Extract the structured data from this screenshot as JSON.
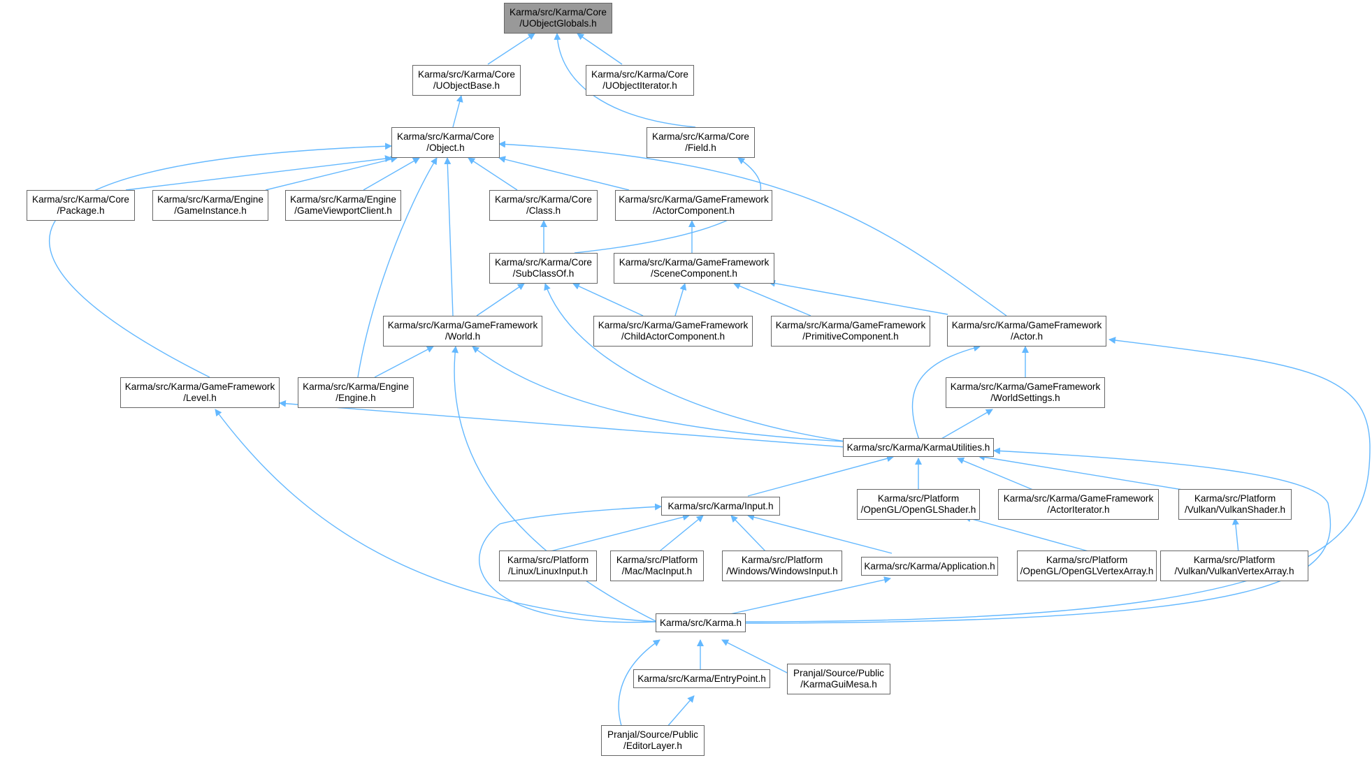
{
  "colors": {
    "edge": "#63b8ff",
    "node_border": "#666666",
    "root_fill": "#999999"
  },
  "nodes": {
    "uobjectglobals": [
      "Karma/src/Karma/Core",
      "/UObjectGlobals.h"
    ],
    "uobjectbase": [
      "Karma/src/Karma/Core",
      "/UObjectBase.h"
    ],
    "uobjectiterator": [
      "Karma/src/Karma/Core",
      "/UObjectIterator.h"
    ],
    "object": [
      "Karma/src/Karma/Core",
      "/Object.h"
    ],
    "field": [
      "Karma/src/Karma/Core",
      "/Field.h"
    ],
    "package": [
      "Karma/src/Karma/Core",
      "/Package.h"
    ],
    "gameinstance": [
      "Karma/src/Karma/Engine",
      "/GameInstance.h"
    ],
    "gameviewportclient": [
      "Karma/src/Karma/Engine",
      "/GameViewportClient.h"
    ],
    "class": [
      "Karma/src/Karma/Core",
      "/Class.h"
    ],
    "actorcomponent": [
      "Karma/src/Karma/GameFramework",
      "/ActorComponent.h"
    ],
    "subclassof": [
      "Karma/src/Karma/Core",
      "/SubClassOf.h"
    ],
    "scenecomponent": [
      "Karma/src/Karma/GameFramework",
      "/SceneComponent.h"
    ],
    "world": [
      "Karma/src/Karma/GameFramework",
      "/World.h"
    ],
    "childactorcomponent": [
      "Karma/src/Karma/GameFramework",
      "/ChildActorComponent.h"
    ],
    "primitivecomponent": [
      "Karma/src/Karma/GameFramework",
      "/PrimitiveComponent.h"
    ],
    "actor": [
      "Karma/src/Karma/GameFramework",
      "/Actor.h"
    ],
    "level": [
      "Karma/src/Karma/GameFramework",
      "/Level.h"
    ],
    "engine": [
      "Karma/src/Karma/Engine",
      "/Engine.h"
    ],
    "worldsettings": [
      "Karma/src/Karma/GameFramework",
      "/WorldSettings.h"
    ],
    "karmautilities": [
      "Karma/src/Karma/KarmaUtilities.h"
    ],
    "input": [
      "Karma/src/Karma/Input.h"
    ],
    "openglshader": [
      "Karma/src/Platform",
      "/OpenGL/OpenGLShader.h"
    ],
    "actoriterator": [
      "Karma/src/Karma/GameFramework",
      "/ActorIterator.h"
    ],
    "vulkanshader": [
      "Karma/src/Platform",
      "/Vulkan/VulkanShader.h"
    ],
    "linuxinput": [
      "Karma/src/Platform",
      "/Linux/LinuxInput.h"
    ],
    "macinput": [
      "Karma/src/Platform",
      "/Mac/MacInput.h"
    ],
    "windowsinput": [
      "Karma/src/Platform",
      "/Windows/WindowsInput.h"
    ],
    "application": [
      "Karma/src/Karma/Application.h"
    ],
    "openglvertexarray": [
      "Karma/src/Platform",
      "/OpenGL/OpenGLVertexArray.h"
    ],
    "vulkanvertexarray": [
      "Karma/src/Platform",
      "/Vulkan/VulkanVertexArray.h"
    ],
    "karma": [
      "Karma/src/Karma.h"
    ],
    "entrypoint": [
      "Karma/src/Karma/EntryPoint.h"
    ],
    "karmaguimesa": [
      "Pranjal/Source/Public",
      "/KarmaGuiMesa.h"
    ],
    "editorlayer": [
      "Pranjal/Source/Public",
      "/EditorLayer.h"
    ]
  }
}
